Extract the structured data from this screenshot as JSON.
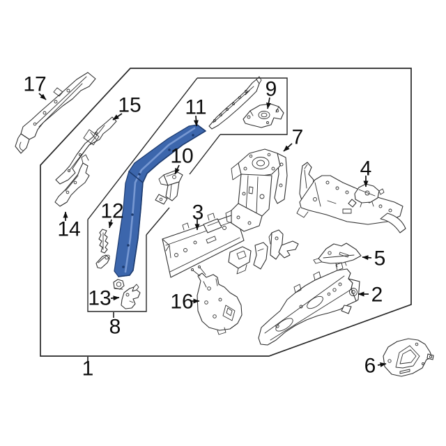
{
  "figure": {
    "kind": "exploded-parts-line-diagram"
  },
  "colors": {
    "background": "#ffffff",
    "line": "#2f2f2f",
    "label_text": "#0d0d0d",
    "part_highlight": "#3C66AC",
    "part_highlight_dark": "#1C3A6E",
    "part_highlight_light": "#7D9DD6"
  },
  "highlighted_callout": "11",
  "callouts": [
    {
      "label": "1"
    },
    {
      "label": "2"
    },
    {
      "label": "3"
    },
    {
      "label": "4"
    },
    {
      "label": "5"
    },
    {
      "label": "6"
    },
    {
      "label": "7"
    },
    {
      "label": "8"
    },
    {
      "label": "9"
    },
    {
      "label": "10"
    },
    {
      "label": "11"
    },
    {
      "label": "12"
    },
    {
      "label": "13"
    },
    {
      "label": "14"
    },
    {
      "label": "15"
    },
    {
      "label": "16"
    },
    {
      "label": "17"
    }
  ]
}
